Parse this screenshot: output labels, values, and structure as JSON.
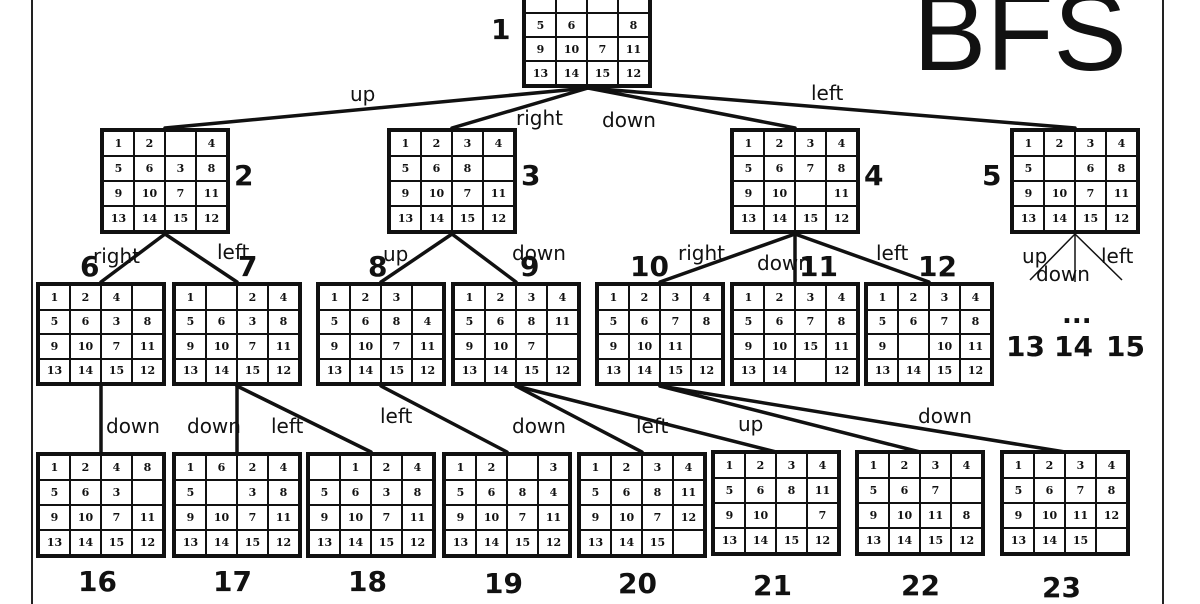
{
  "title": "BFS",
  "ellipsis": "...",
  "boards": [
    {
      "id": "1",
      "cells": [
        "",
        "",
        "",
        "",
        "5",
        "6",
        "",
        "8",
        "9",
        "10",
        "7",
        "11",
        "13",
        "14",
        "15",
        "12"
      ]
    },
    {
      "id": "2",
      "cells": [
        "1",
        "2",
        "",
        "4",
        "5",
        "6",
        "3",
        "8",
        "9",
        "10",
        "7",
        "11",
        "13",
        "14",
        "15",
        "12"
      ]
    },
    {
      "id": "3",
      "cells": [
        "1",
        "2",
        "3",
        "4",
        "5",
        "6",
        "8",
        "",
        "9",
        "10",
        "7",
        "11",
        "13",
        "14",
        "15",
        "12"
      ]
    },
    {
      "id": "4",
      "cells": [
        "1",
        "2",
        "3",
        "4",
        "5",
        "6",
        "7",
        "8",
        "9",
        "10",
        "",
        "11",
        "13",
        "14",
        "15",
        "12"
      ]
    },
    {
      "id": "5",
      "cells": [
        "1",
        "2",
        "3",
        "4",
        "5",
        "",
        "6",
        "8",
        "9",
        "10",
        "7",
        "11",
        "13",
        "14",
        "15",
        "12"
      ]
    },
    {
      "id": "6",
      "cells": [
        "1",
        "2",
        "4",
        "",
        "5",
        "6",
        "3",
        "8",
        "9",
        "10",
        "7",
        "11",
        "13",
        "14",
        "15",
        "12"
      ]
    },
    {
      "id": "7",
      "cells": [
        "1",
        "",
        "2",
        "4",
        "5",
        "6",
        "3",
        "8",
        "9",
        "10",
        "7",
        "11",
        "13",
        "14",
        "15",
        "12"
      ]
    },
    {
      "id": "8",
      "cells": [
        "1",
        "2",
        "3",
        "",
        "5",
        "6",
        "8",
        "4",
        "9",
        "10",
        "7",
        "11",
        "13",
        "14",
        "15",
        "12"
      ]
    },
    {
      "id": "9",
      "cells": [
        "1",
        "2",
        "3",
        "4",
        "5",
        "6",
        "8",
        "11",
        "9",
        "10",
        "7",
        "",
        "13",
        "14",
        "15",
        "12"
      ]
    },
    {
      "id": "10",
      "cells": [
        "1",
        "2",
        "3",
        "4",
        "5",
        "6",
        "7",
        "8",
        "9",
        "10",
        "11",
        "",
        "13",
        "14",
        "15",
        "12"
      ]
    },
    {
      "id": "11",
      "cells": [
        "1",
        "2",
        "3",
        "4",
        "5",
        "6",
        "7",
        "8",
        "9",
        "10",
        "15",
        "11",
        "13",
        "14",
        "",
        "12"
      ]
    },
    {
      "id": "12",
      "cells": [
        "1",
        "2",
        "3",
        "4",
        "5",
        "6",
        "7",
        "8",
        "9",
        "",
        "10",
        "11",
        "13",
        "14",
        "15",
        "12"
      ]
    },
    {
      "id": "16",
      "cells": [
        "1",
        "2",
        "4",
        "8",
        "5",
        "6",
        "3",
        "",
        "9",
        "10",
        "7",
        "11",
        "13",
        "14",
        "15",
        "12"
      ]
    },
    {
      "id": "17",
      "cells": [
        "1",
        "6",
        "2",
        "4",
        "5",
        "",
        "3",
        "8",
        "9",
        "10",
        "7",
        "11",
        "13",
        "14",
        "15",
        "12"
      ]
    },
    {
      "id": "18",
      "cells": [
        "",
        "1",
        "2",
        "4",
        "5",
        "6",
        "3",
        "8",
        "9",
        "10",
        "7",
        "11",
        "13",
        "14",
        "15",
        "12"
      ]
    },
    {
      "id": "19",
      "cells": [
        "1",
        "2",
        "",
        "3",
        "5",
        "6",
        "8",
        "4",
        "9",
        "10",
        "7",
        "11",
        "13",
        "14",
        "15",
        "12"
      ]
    },
    {
      "id": "20",
      "cells": [
        "1",
        "2",
        "3",
        "4",
        "5",
        "6",
        "8",
        "11",
        "9",
        "10",
        "7",
        "12",
        "13",
        "14",
        "15",
        ""
      ]
    },
    {
      "id": "21",
      "cells": [
        "1",
        "2",
        "3",
        "4",
        "5",
        "6",
        "8",
        "11",
        "9",
        "10",
        "",
        "7",
        "13",
        "14",
        "15",
        "12"
      ]
    },
    {
      "id": "22",
      "cells": [
        "1",
        "2",
        "3",
        "4",
        "5",
        "6",
        "7",
        "",
        "9",
        "10",
        "11",
        "8",
        "13",
        "14",
        "15",
        "12"
      ]
    },
    {
      "id": "23",
      "cells": [
        "1",
        "2",
        "3",
        "4",
        "5",
        "6",
        "7",
        "8",
        "9",
        "10",
        "11",
        "12",
        "13",
        "14",
        "15",
        ""
      ]
    }
  ],
  "node_labels": [
    "1",
    "2",
    "3",
    "4",
    "5",
    "6",
    "7",
    "8",
    "9",
    "10",
    "11",
    "12",
    "13",
    "14",
    "15",
    "16",
    "17",
    "18",
    "19",
    "20",
    "21",
    "22",
    "23"
  ],
  "edge_labels": [
    "up",
    "right",
    "down",
    "left",
    "right",
    "left",
    "up",
    "down",
    "right",
    "down",
    "left",
    "up",
    "down",
    "left",
    "down",
    "down",
    "left",
    "left",
    "down",
    "left",
    "up",
    "down"
  ]
}
